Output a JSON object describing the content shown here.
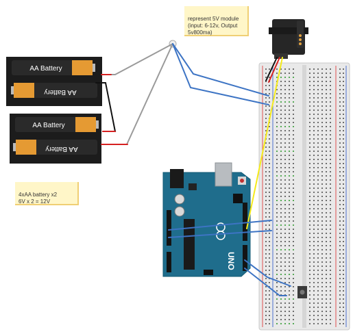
{
  "notes": {
    "module_text": "represent 5V module\n(input: 6-12v, Output\n5v800ma)",
    "battery_text": "4xAA battery x2\n6V x 2 = 12V"
  },
  "batteries": {
    "label": "AA Battery"
  },
  "arduino": {
    "brand_label": "UNO"
  },
  "colors": {
    "wire_blue": "#3d74c4",
    "wire_grey": "#9a9a9a",
    "wire_yellow": "#f5ea1a",
    "wire_red": "#d62020",
    "board_teal": "#1f6d8c",
    "note_bg": "#fff6c8"
  }
}
